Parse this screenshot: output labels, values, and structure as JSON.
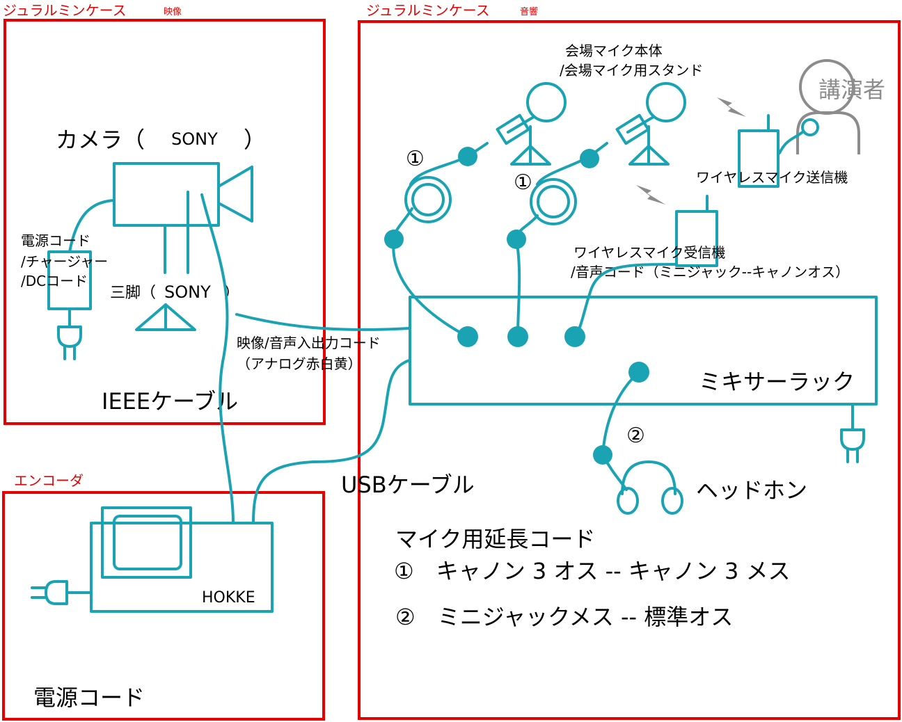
{
  "cases": {
    "video": {
      "title": "ジュラルミンケース",
      "tag": "映像"
    },
    "audio": {
      "title": "ジュラルミンケース",
      "tag": "音響"
    },
    "encoder": {
      "title": "エンコーダ"
    }
  },
  "video_case": {
    "camera_label": "カメラ（",
    "camera_brand": "SONY",
    "camera_close": "）",
    "power_label_1": "電源コード",
    "power_label_2": "/チャージャー",
    "power_label_3": "/DCコード",
    "tripod_label": "三脚（",
    "tripod_brand": "SONY",
    "tripod_close": "）",
    "ieee_label": "IEEEケーブル"
  },
  "cables": {
    "av_label_1": "映像/音声入出力コード",
    "av_label_2": "（アナログ赤白黄）",
    "usb_label": "USBケーブル"
  },
  "encoder_case": {
    "device_label": "HOKKE",
    "power_label": "電源コード"
  },
  "audio_case": {
    "mic_label_1": "会場マイク本体",
    "mic_label_2": "/会場マイク用スタンド",
    "speaker_label": "講演者",
    "transmitter_label": "ワイヤレスマイク送信機",
    "receiver_label_1": "ワイヤレスマイク受信機",
    "receiver_label_2": "/音声コード（ミニジャック--キャノンオス）",
    "cable1_mark_a": "①",
    "cable1_mark_b": "①",
    "cable2_mark": "②",
    "mixer_label": "ミキサーラック",
    "headphone_label": "ヘッドホン",
    "legend_title": "マイク用延長コード",
    "legend_1": "①　キャノン 3 オス -- キャノン 3 メス",
    "legend_2": "②　ミニジャックメス -- 標準オス"
  },
  "colors": {
    "case_border": "#e60000",
    "device": "#1aa3b3",
    "speaker": "#8c8c8c"
  }
}
